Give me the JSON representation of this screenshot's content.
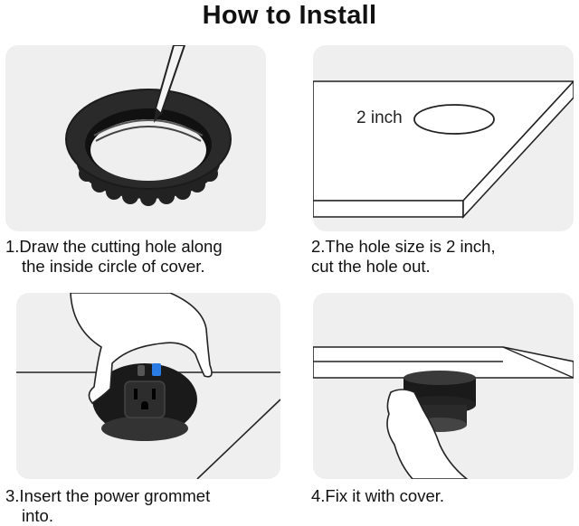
{
  "title": "How to Install",
  "steps": [
    {
      "line1": "1.Draw the cutting hole along",
      "line2": "the inside circle of cover."
    },
    {
      "line1": "2.The hole size is 2 inch,",
      "line2": "cut the hole out."
    },
    {
      "line1": "3.Insert the power grommet",
      "line2": "into."
    },
    {
      "line1": "4.Fix it with cover.",
      "line2": ""
    }
  ],
  "hole_label": "2 inch",
  "colors": {
    "panel_bg": "#efefef",
    "product": "#1a1a1a",
    "line": "#222222"
  }
}
